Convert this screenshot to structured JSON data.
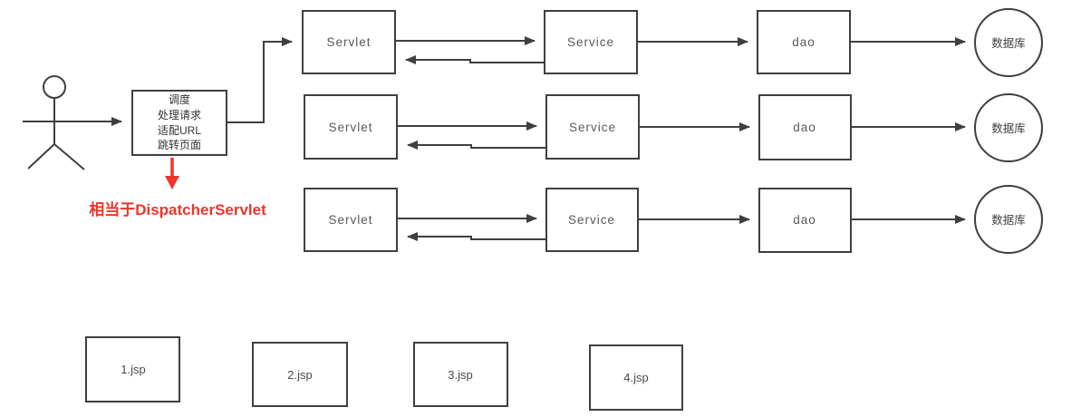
{
  "diagram": {
    "title_hint": "MVC request dispatch diagram",
    "dispatcher": {
      "lines": [
        "调度",
        "处理请求",
        "适配URL",
        "跳转页面"
      ],
      "note": "相当于DispatcherServlet"
    },
    "rows": [
      {
        "servlet": "Servlet",
        "service": "Service",
        "dao": "dao",
        "database": "数据库"
      },
      {
        "servlet": "Servlet",
        "service": "Service",
        "dao": "dao",
        "database": "数据库"
      },
      {
        "servlet": "Servlet",
        "service": "Service",
        "dao": "dao",
        "database": "数据库"
      }
    ],
    "jsp_pages": [
      "1.jsp",
      "2.jsp",
      "3.jsp",
      "4.jsp"
    ],
    "colors": {
      "line": "#3f3f3f",
      "note_red": "#ee352b",
      "box_text": "#595959",
      "background": "#ffffff"
    }
  }
}
